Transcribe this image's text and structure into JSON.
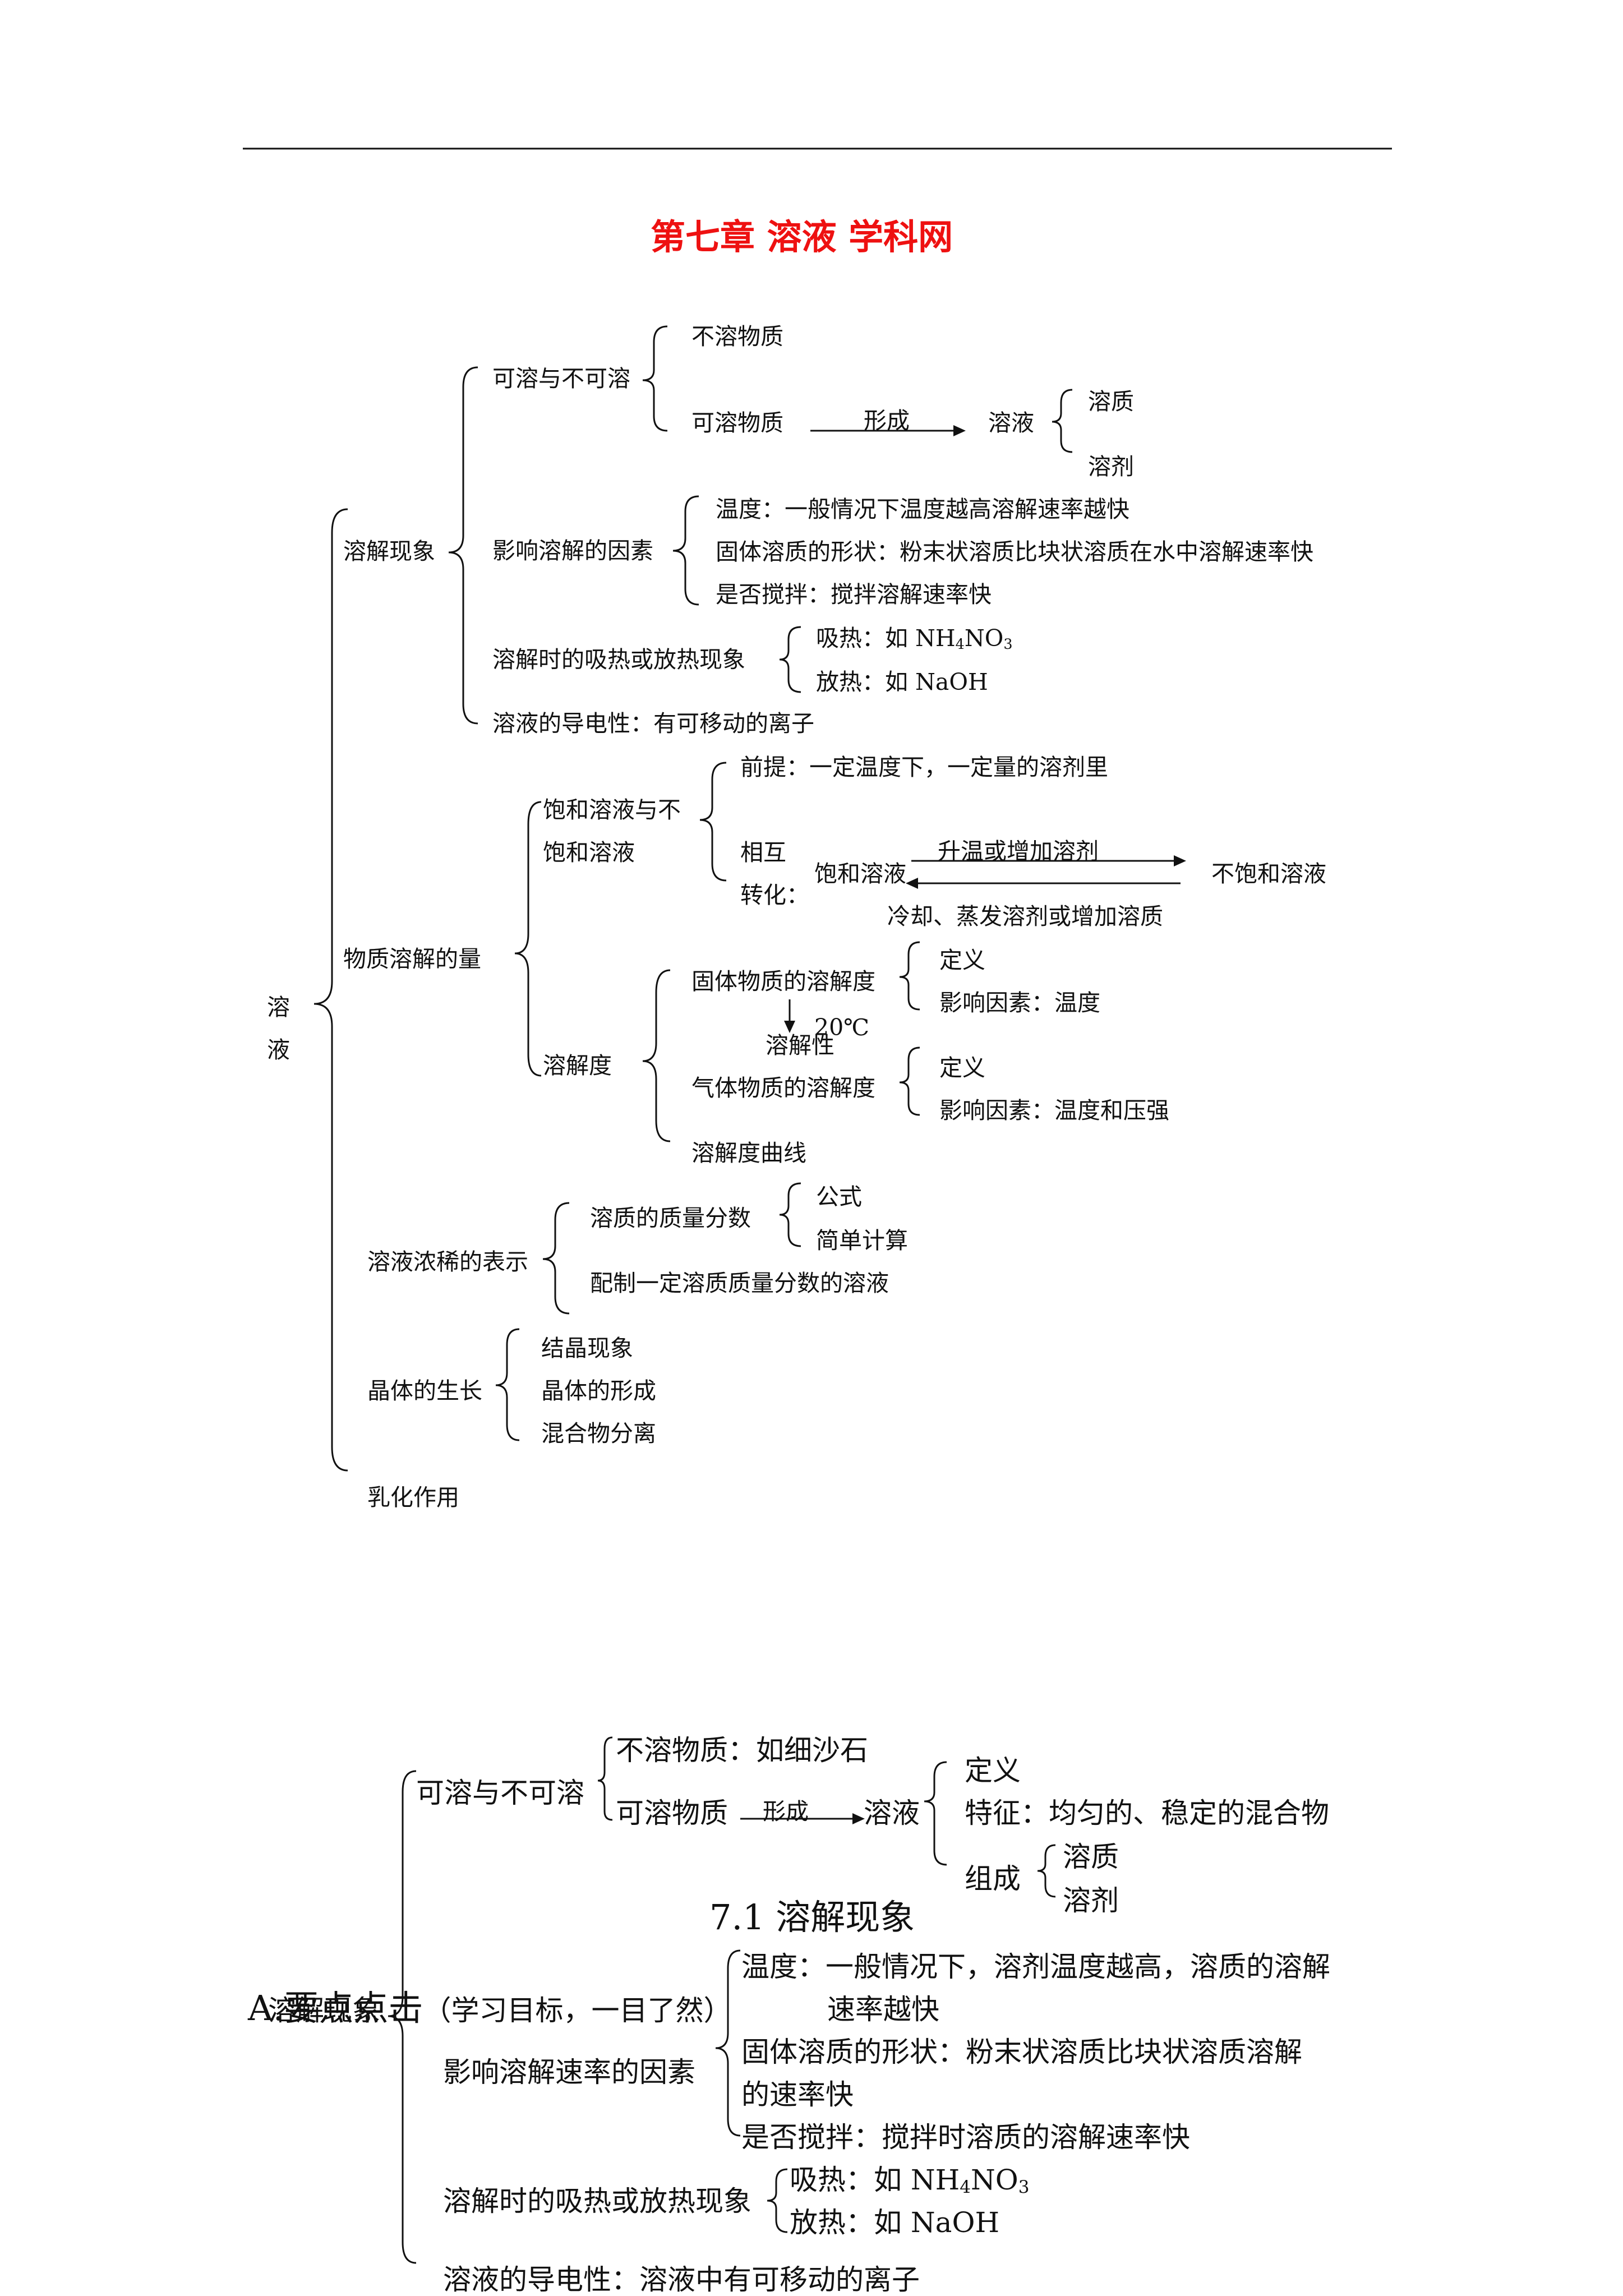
{
  "doc": {
    "title": "第七章  溶液 学科网"
  },
  "map1": {
    "root": "溶\n液",
    "n_dissolution": "溶解现象",
    "n_soluble": "可溶与不可溶",
    "n_insoluble_substance": "不溶物质",
    "n_soluble_substance": "可溶物质",
    "n_form": "形成",
    "n_solution": "溶液",
    "n_solute": "溶质",
    "n_solvent": "溶剂",
    "n_factors": "影响溶解的因素",
    "f_temp": "温度：一般情况下温度越高溶解速率越快",
    "f_shape": "固体溶质的形状：粉末状溶质比块状溶质在水中溶解速率快",
    "f_stir": "是否搅拌：搅拌溶解速率快",
    "n_heat": "溶解时的吸热或放热现象",
    "heat_absorb_prefix": "吸热：如 NH",
    "heat_absorb_mid": "NO",
    "heat_absorb_sub1": "4",
    "heat_absorb_sub2": "3",
    "heat_release": "放热：如 NaOH",
    "n_conduct": "溶液的导电性：有可移动的离子",
    "n_amount": "物质溶解的量",
    "n_sat_line1": "饱和溶液与不",
    "n_sat_line2": "饱和溶液",
    "sat_premise": "前提：一定温度下，一定量的溶剂里",
    "sat_mutual1": "相互",
    "sat_mutual2": "转化：",
    "sat_saturated": "饱和溶液",
    "sat_up": "升温或增加溶剂",
    "sat_unsaturated": "不饱和溶液",
    "sat_down": "冷却、蒸发溶剂或增加溶质",
    "n_solubility": "溶解度",
    "sol_solid": "固体物质的溶解度",
    "sol_solid_def": "定义",
    "sol_solid_factor": "影响因素：温度",
    "sol_20c": "20℃",
    "sol_solubility_prop": "溶解性",
    "sol_gas": "气体物质的溶解度",
    "sol_gas_def": "定义",
    "sol_gas_factor": "影响因素：温度和压强",
    "sol_curve": "溶解度曲线",
    "n_concentration": "溶液浓稀的表示",
    "conc_mass": "溶质的质量分数",
    "conc_formula": "公式",
    "conc_calc": "简单计算",
    "conc_prepare": "配制一定溶质质量分数的溶液",
    "n_crystal": "晶体的生长",
    "cry_phenomenon": "结晶现象",
    "cry_formation": "晶体的形成",
    "cry_separation": "混合物分离",
    "n_emulsify": "乳化作用"
  },
  "section": {
    "heading": "7.1 溶解现象",
    "points_label": "A.要点点击",
    "points_note": "（学习目标，一目了然）"
  },
  "map2": {
    "n_dissolution": "溶解现象",
    "n_soluble": "可溶与不可溶",
    "n_insoluble": "不溶物质：如细沙石",
    "n_soluble_substance": "可溶物质",
    "n_form": "形成",
    "n_solution": "溶液",
    "sol_def": "定义",
    "sol_feature": "特征：均匀的、稳定的混合物",
    "sol_comp": "组成",
    "sol_solute": "溶质",
    "sol_solvent": "溶剂",
    "n_rate": "影响溶解速率的因素",
    "r_temp1": "温度：一般情况下，溶剂温度越高，溶质的溶解",
    "r_temp2": "速率越快",
    "r_shape1": "固体溶质的形状：粉末状溶质比块状溶质溶解",
    "r_shape2": "的速率快",
    "r_stir": "是否搅拌：搅拌时溶质的溶解速率快",
    "n_heat": "溶解时的吸热或放热现象",
    "heat_absorb_prefix": "吸热：如 NH",
    "heat_absorb_mid": "NO",
    "heat_absorb_sub1": "4",
    "heat_absorb_sub2": "3",
    "heat_release": "放热：如 NaOH",
    "n_conduct": "溶液的导电性：溶液中有可移动的离子"
  }
}
